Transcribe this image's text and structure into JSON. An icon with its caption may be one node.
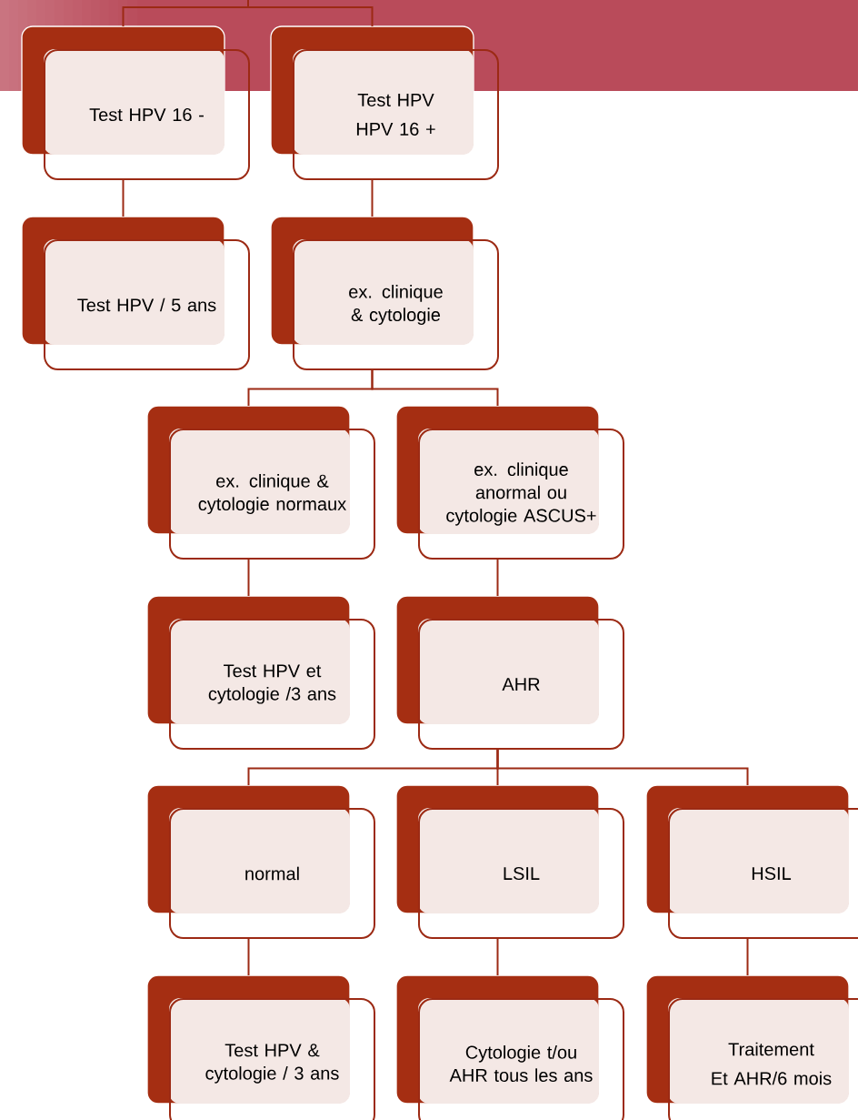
{
  "diagram": {
    "nodes": [
      {
        "text": [
          "Test HPV 16 -"
        ]
      },
      {
        "text": [
          "Test HPV",
          "HPV 16 +"
        ]
      },
      {
        "text": [
          "Test HPV / 5 ans"
        ]
      },
      {
        "text": [
          "ex. clinique & cytologie"
        ]
      },
      {
        "text": [
          "ex. clinique & cytologie normaux"
        ]
      },
      {
        "text": [
          "ex. clinique anormal ou cytologie ASCUS+"
        ]
      },
      {
        "text": [
          "Test HPV et cytologie /3 ans"
        ]
      },
      {
        "text": [
          "AHR"
        ]
      },
      {
        "text": [
          "normal"
        ]
      },
      {
        "text": [
          "LSIL"
        ]
      },
      {
        "text": [
          "HSIL"
        ]
      },
      {
        "text": [
          "Test HPV & cytologie / 3 ans"
        ]
      },
      {
        "text": [
          "Cytologie t/ou AHR tous les ans"
        ]
      },
      {
        "text": [
          "Traitement",
          "Et AHR/6 mois"
        ]
      }
    ],
    "edges": [
      {
        "from": null,
        "to": 0,
        "arrow": "none"
      },
      {
        "from": null,
        "to": 1,
        "arrow": "none"
      },
      {
        "from": 0,
        "to": 2,
        "arrow": "none"
      },
      {
        "from": 1,
        "to": 3,
        "arrow": "none"
      },
      {
        "from": 3,
        "to": 4,
        "arrow": "none"
      },
      {
        "from": 3,
        "to": 5,
        "arrow": "none"
      },
      {
        "from": 4,
        "to": 6,
        "arrow": "none"
      },
      {
        "from": 5,
        "to": 7,
        "arrow": "none"
      },
      {
        "from": 7,
        "to": 8,
        "arrow": "none"
      },
      {
        "from": 7,
        "to": 9,
        "arrow": "none"
      },
      {
        "from": 7,
        "to": 10,
        "arrow": "none"
      },
      {
        "from": 8,
        "to": 11,
        "arrow": "none"
      },
      {
        "from": 9,
        "to": 12,
        "arrow": "none"
      },
      {
        "from": 10,
        "to": 13,
        "arrow": "none"
      }
    ]
  }
}
